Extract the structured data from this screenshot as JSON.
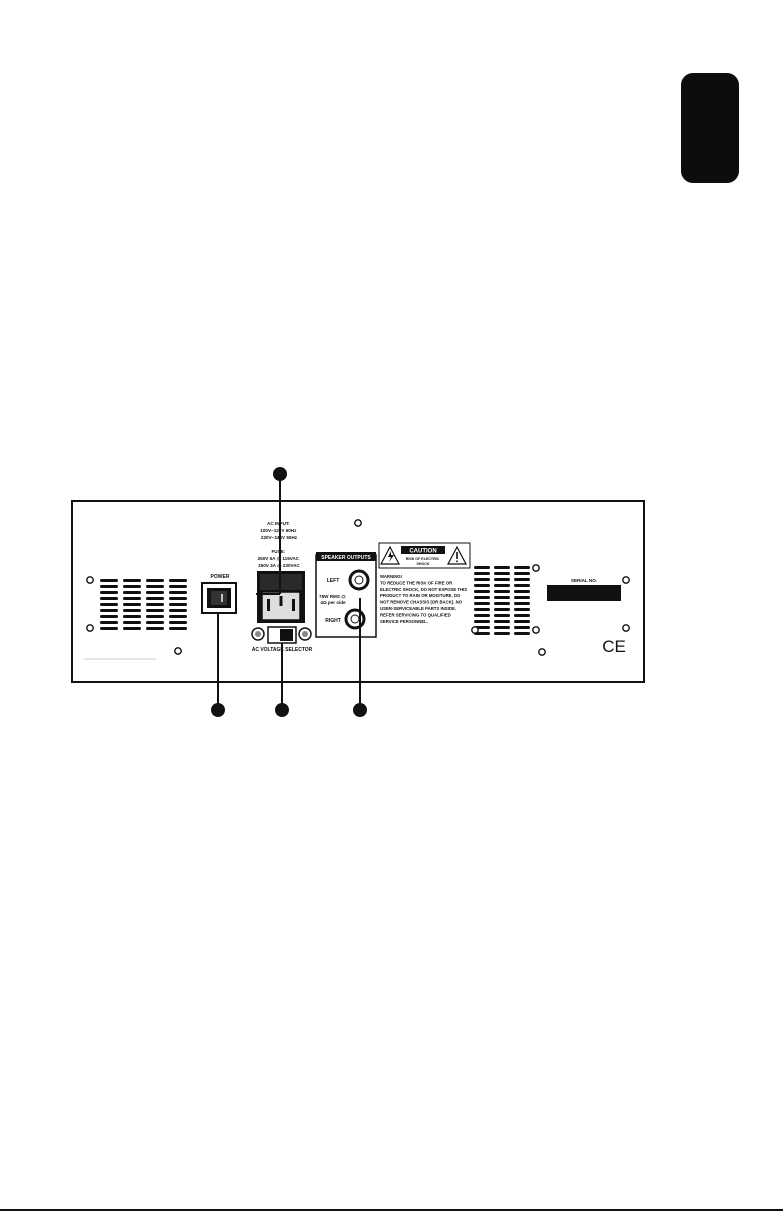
{
  "panel": {
    "power_label": "POWER",
    "ac_input_lines": [
      "AC INPUT:",
      "100V~120V 60Hz",
      "220V~240V 50Hz"
    ],
    "fuse_lines": [
      "FUSE:",
      "250V 6A @ 115VAC",
      "250V 3A @ 230VAC"
    ],
    "ac_voltage_selector_label": "AC VOLTAGE SELECTOR",
    "speaker_outputs_label": "SPEAKER OUTPUTS",
    "left_label": "LEFT",
    "right_label": "RIGHT",
    "rating_lines": [
      "75W RMS @",
      "4Ω per side"
    ],
    "caution_title": "CAUTION",
    "caution_sub_lines": [
      "RISK OF ELECTRIC",
      "SHOCK"
    ],
    "warning_lines": [
      "WARNING!",
      "TO REDUCE THE RISK OF FIRE OR",
      "ELECTRIC SHOCK, DO NOT EXPOSE THIS",
      "PRODUCT TO RAIN OR MOISTURE. DO",
      "NOT REMOVE CHASSIS (OR BACK). NO",
      "USER-SERVICEABLE PARTS INSIDE.",
      "REFER SERVICING TO QUALIFIED",
      "SERVICE PERSONNEL."
    ],
    "serial_label": "SERIAL NO.",
    "ce_mark": "CE"
  },
  "colors": {
    "ink": "#111111",
    "tab": "#0d0d0d",
    "switch_red": "#c8102e"
  }
}
